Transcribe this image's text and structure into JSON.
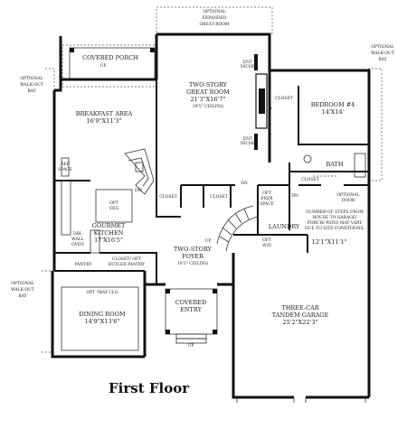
{
  "title": "First Floor",
  "rooms": {
    "optional_expanded_great_room": [
      "OPTIONAL",
      "EXPANDED",
      "GREAT ROOM"
    ],
    "covered_porch": "COVERED PORCH",
    "porch_up": "UP",
    "optional_walkout_bay_left_top": [
      "OPTIONAL",
      "WALK-OUT",
      "BAY"
    ],
    "optional_walkout_bay_right_top": [
      "OPTIONAL",
      "WALK-OUT",
      "BAY"
    ],
    "optional_walkout_bay_left_bottom": [
      "OPTIONAL",
      "WALK-OUT",
      "BAY"
    ],
    "breakfast_area": {
      "name": "BREAKFAST AREA",
      "dims": "16'9\"X11'3\""
    },
    "great_room": {
      "name": [
        "TWO-STORY",
        "GREAT ROOM"
      ],
      "dims": "21'3\"X16'7\"",
      "ceiling": "19'5\" CEILING"
    },
    "ent_niche_top": [
      "ENT",
      "NICHE"
    ],
    "ent_niche_bottom": [
      "ENT",
      "NICHE"
    ],
    "closet_bedroom": "CLOSET",
    "bedroom4": {
      "name": "BEDROOM #4",
      "dims": "14'X14'"
    },
    "bath": "BATH",
    "closet_bath": "CLOSET",
    "ref_space": [
      "REF",
      "SPACE"
    ],
    "dw": "DW",
    "opt_veg": [
      "OPT",
      "VEG"
    ],
    "gourmet_kitchen": {
      "name": [
        "GOURMET",
        "KITCHEN"
      ],
      "dims": "17'X16'5\""
    },
    "dbl_wall_oven": [
      "DBL",
      "WALL",
      "OVEN"
    ],
    "pantry": "PANTRY",
    "closet_butler": [
      "CLOSET/ OPT",
      "BUTLER PANTRY"
    ],
    "closet_a": "CLOSET",
    "closet_b": "CLOSET",
    "dn_a": "DN",
    "dn_b": "DN",
    "opt_frzr": [
      "OPT",
      "FRZR",
      "SPACE"
    ],
    "opt_wd": [
      "OPT",
      "W/D"
    ],
    "laundry": "LAUNDRY",
    "optional_door": [
      "OPTIONAL",
      "DOOR"
    ],
    "steps_note": [
      "NUMBER OF STEPS FROM",
      "HOUSE TO GARAGE/",
      "PORCH/ PATIO MAY VARY",
      "DUE TO SITE CONDITIONS."
    ],
    "laundry_dims": "12'1\"X11'1\"",
    "foyer": {
      "name": [
        "TWO-STORY",
        "FOYER"
      ],
      "ceiling": "19'5\" CEILING"
    },
    "foyer_up": "UP",
    "dining": {
      "tray": "OPT TRAY CLG",
      "name": "DINING ROOM",
      "dims": "14'9\"X13'6\""
    },
    "covered_entry": [
      "COVERED",
      "ENTRY"
    ],
    "entry_up": "UP",
    "garage": {
      "name": [
        "THREE-CAR",
        "TANDEM GARAGE"
      ],
      "dims": "25'2\"X22'3\""
    }
  }
}
